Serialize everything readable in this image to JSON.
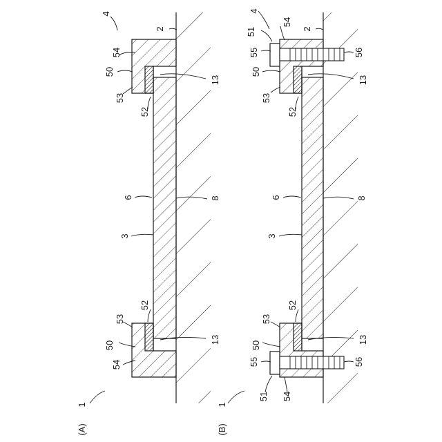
{
  "figure": {
    "panel_a": "(A)",
    "panel_b": "(B)",
    "labels_a": {
      "device": "1",
      "wall": "2",
      "panel": "3",
      "fixture": "4",
      "surface_front": "6",
      "surface_back": "8",
      "edge_top": "13",
      "edge_bottom": "13",
      "frame_top": "50",
      "frame_bottom": "50",
      "pad_top": "52",
      "pad_bottom": "52",
      "lip_top": "53",
      "lip_bottom": "53",
      "base_top": "54",
      "base_bottom": "54"
    },
    "labels_b": {
      "device": "1",
      "wall": "2",
      "panel": "3",
      "fixture": "4",
      "surface_front": "6",
      "surface_back": "8",
      "edge_top": "13",
      "edge_bottom": "13",
      "frame_top": "50",
      "frame_bottom": "50",
      "plate_top": "51",
      "plate_bottom": "51",
      "pad_top": "52",
      "pad_bottom": "52",
      "lip_top": "53",
      "lip_bottom": "53",
      "base_top": "54",
      "base_bottom": "54",
      "head_top": "55",
      "head_bottom": "55",
      "bolt_top": "56",
      "bolt_bottom": "56"
    }
  }
}
